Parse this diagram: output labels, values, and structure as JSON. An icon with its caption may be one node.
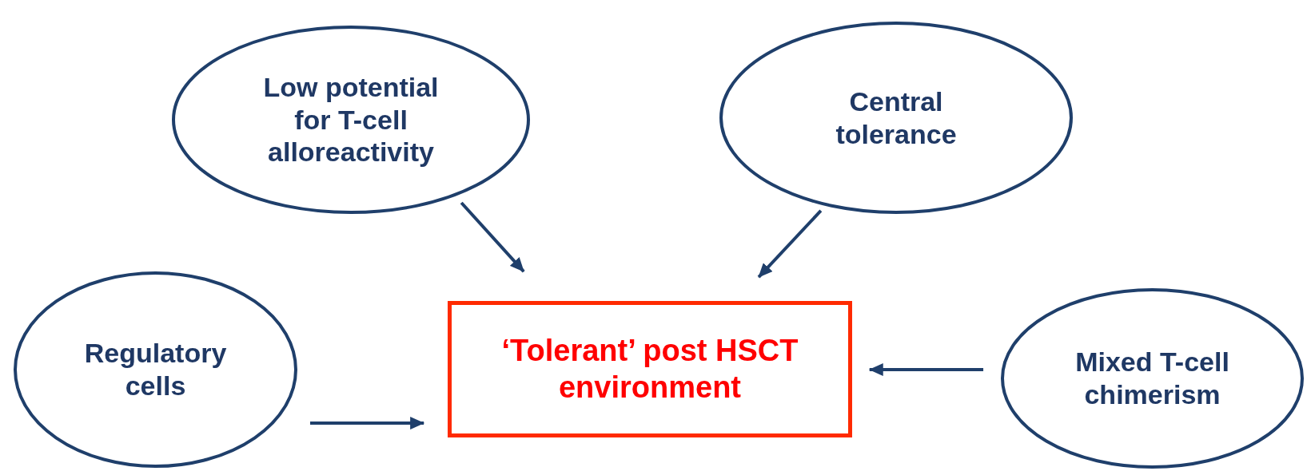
{
  "diagram": {
    "nodes": [
      {
        "text": [
          "Low potential for T-cell alloreactivity"
        ]
      },
      {
        "text": [
          "Central tolerance"
        ]
      },
      {
        "text": [
          "Regulatory cells"
        ]
      },
      {
        "text": [
          "‘Tolerant’ post HSCT environment"
        ]
      },
      {
        "text": [
          "Mixed T-cell chimerism"
        ]
      }
    ],
    "edges": [
      {
        "from": 0,
        "to": 3,
        "arrow": "to"
      },
      {
        "from": 1,
        "to": 3,
        "arrow": "to"
      },
      {
        "from": 2,
        "to": 3,
        "arrow": "to"
      },
      {
        "from": 4,
        "to": 3,
        "arrow": "to"
      }
    ]
  }
}
